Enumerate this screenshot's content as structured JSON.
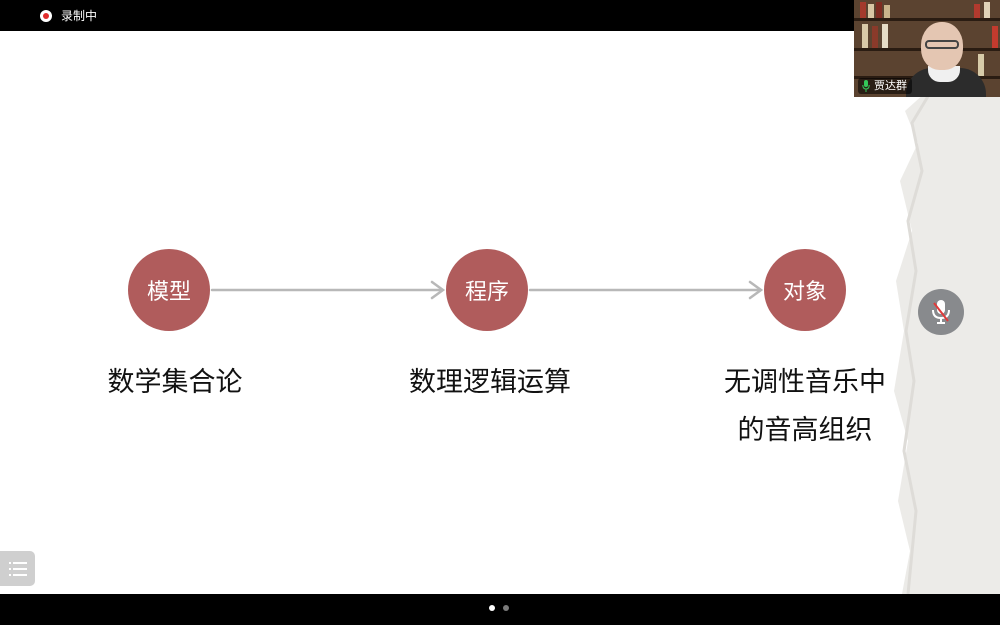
{
  "recording": {
    "label": "录制中"
  },
  "slide": {
    "nodes": [
      {
        "label": "模型",
        "caption": "数学集合论"
      },
      {
        "label": "程序",
        "caption": "数理逻辑运算"
      },
      {
        "label": "对象",
        "caption_line1": "无调性音乐中",
        "caption_line2": "的音高组织"
      }
    ]
  },
  "video": {
    "participant_name": "贾达群"
  },
  "pagination": {
    "total": 2,
    "current": 1
  },
  "icons": {
    "recording": "record-icon",
    "mic": "microphone-icon",
    "list": "list-icon"
  },
  "colors": {
    "node_fill": "#b05c5c",
    "arrow": "#b8b8b8"
  }
}
